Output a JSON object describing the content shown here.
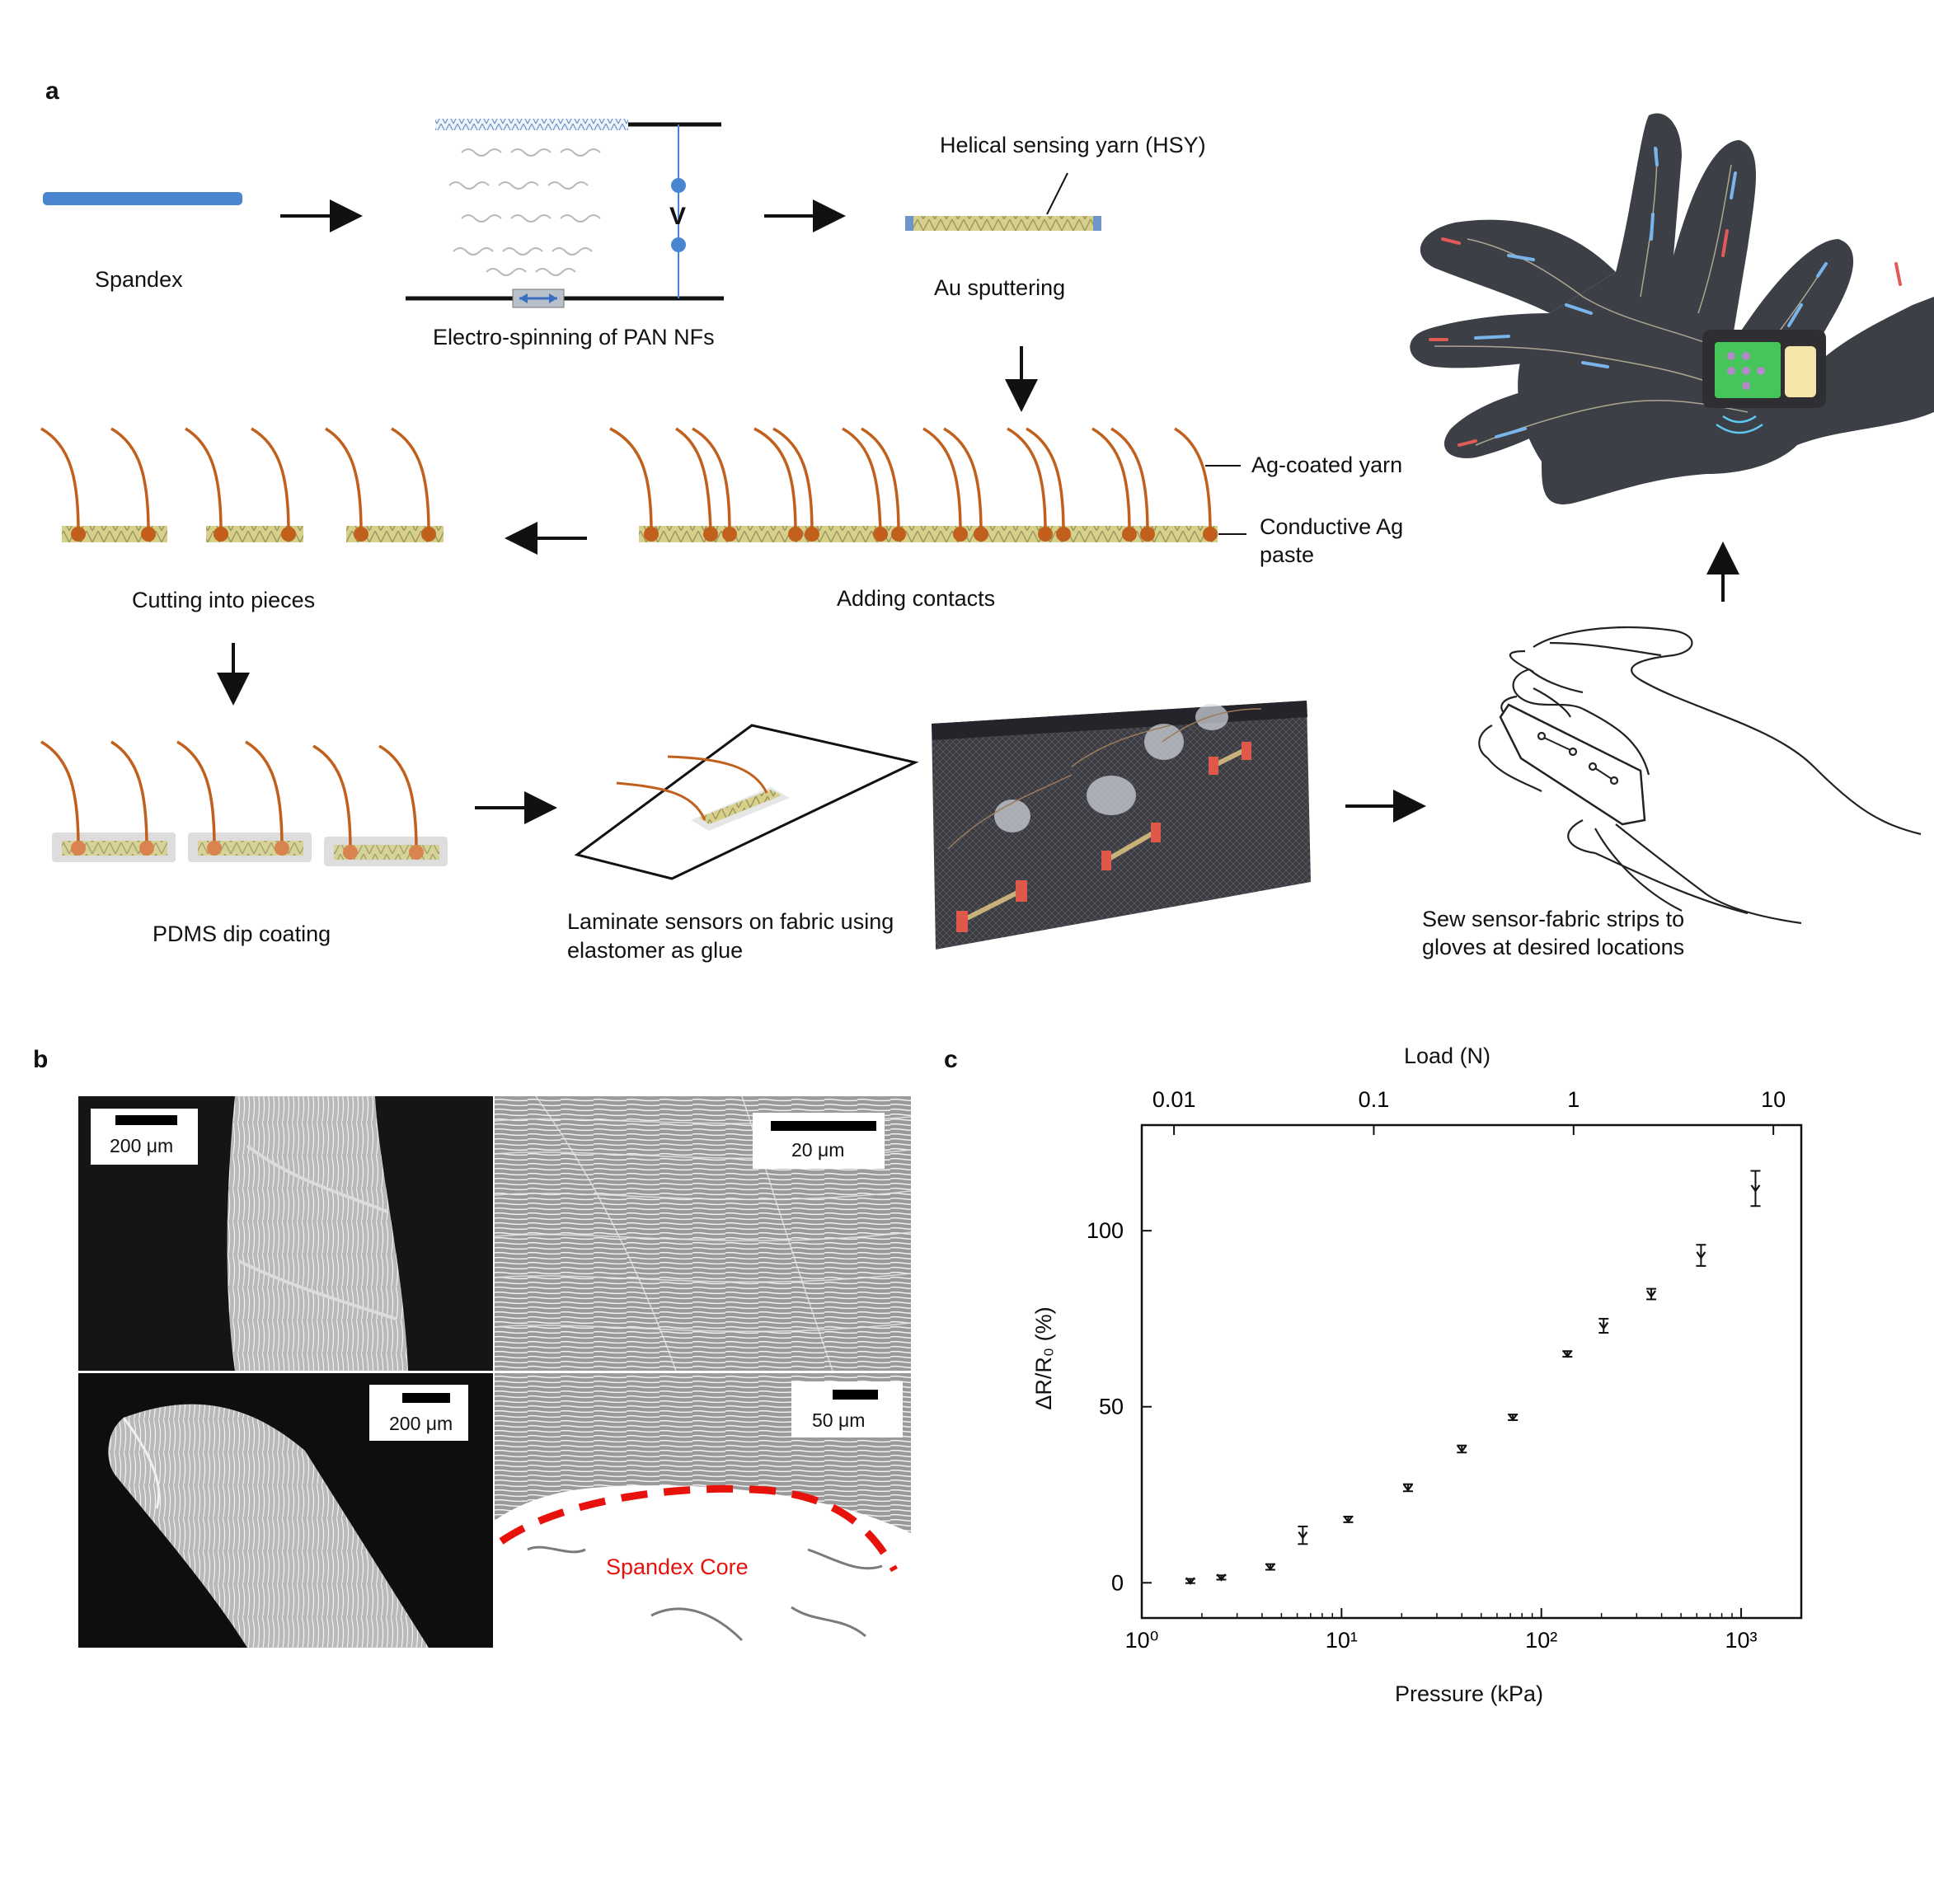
{
  "panels": {
    "a": "a",
    "b": "b",
    "c": "c"
  },
  "panel_a": {
    "steps": {
      "spandex": "Spandex",
      "electrospinning": "Electro-spinning of PAN NFs",
      "voltage": "V",
      "hsy": "Helical sensing yarn (HSY)",
      "au_sputtering": "Au sputtering",
      "ag_coated_yarn": "Ag-coated yarn",
      "conductive_paste_line1": "Conductive Ag",
      "conductive_paste_line2": "paste",
      "adding_contacts": "Adding contacts",
      "cutting": "Cutting into pieces",
      "pdms": "PDMS dip coating",
      "laminate_line1": "Laminate sensors on fabric using",
      "laminate_line2": "elastomer as glue",
      "sew_line1": "Sew sensor-fabric strips to",
      "sew_line2": "gloves at desired locations"
    }
  },
  "panel_b": {
    "scale_bars": [
      "200 μm",
      "20 μm",
      "200 μm",
      "50 μm"
    ],
    "core_label": "Spandex Core"
  },
  "chart_data": {
    "type": "scatter",
    "xlabel": "Pressure (kPa)",
    "top_xlabel": "Load (N)",
    "ylabel": "ΔR/R₀ (%)",
    "x_scale": "log",
    "xlim": [
      1,
      2000
    ],
    "ylim": [
      -10,
      130
    ],
    "x_ticks": [
      "10⁰",
      "10¹",
      "10²",
      "10³"
    ],
    "x_tick_values": [
      1,
      10,
      100,
      1000
    ],
    "top_ticks": [
      "0.01",
      "0.1",
      "1",
      "10"
    ],
    "top_tick_values_kpa": [
      1.45,
      14.5,
      145,
      1450
    ],
    "y_ticks": [
      0,
      50,
      100
    ],
    "grid": false,
    "points": [
      {
        "x": 1.75,
        "y": 0.5,
        "err": 0.6
      },
      {
        "x": 2.5,
        "y": 1.5,
        "err": 0.6
      },
      {
        "x": 4.4,
        "y": 4.5,
        "err": 0.8
      },
      {
        "x": 6.4,
        "y": 13.5,
        "err": 2.5
      },
      {
        "x": 10.8,
        "y": 18,
        "err": 0.8
      },
      {
        "x": 21.5,
        "y": 27,
        "err": 1.0
      },
      {
        "x": 40,
        "y": 38,
        "err": 1.0
      },
      {
        "x": 72,
        "y": 47,
        "err": 0.8
      },
      {
        "x": 135,
        "y": 65,
        "err": 0.8
      },
      {
        "x": 205,
        "y": 73,
        "err": 2.0
      },
      {
        "x": 355,
        "y": 82,
        "err": 1.5
      },
      {
        "x": 630,
        "y": 93,
        "err": 3.0
      },
      {
        "x": 1180,
        "y": 112,
        "err": 5.0
      }
    ]
  }
}
